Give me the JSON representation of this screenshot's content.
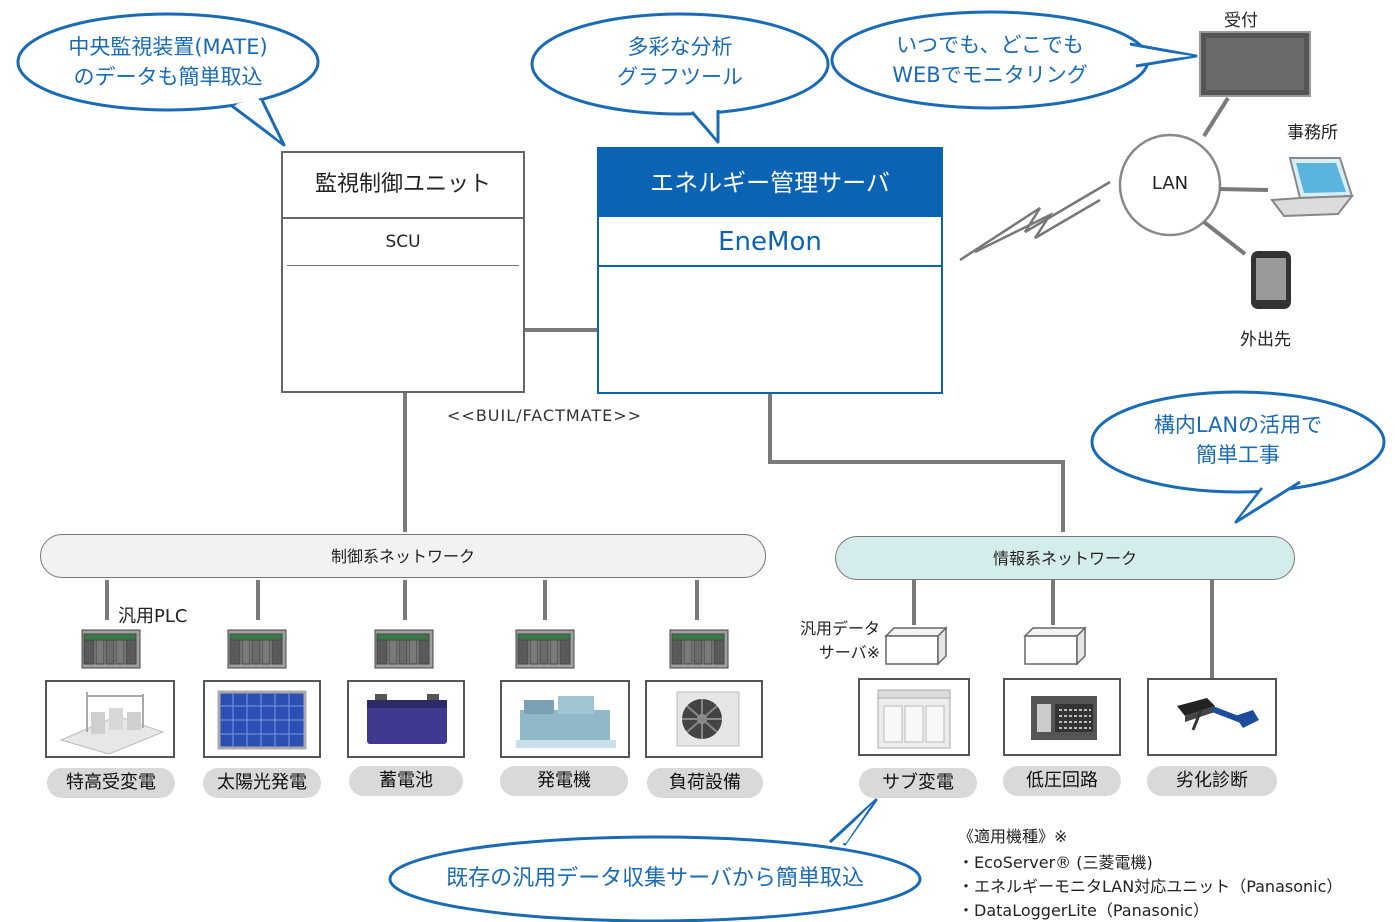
{
  "callouts": {
    "mate": [
      "中央監視装置(MATE)",
      "のデータも簡単取込"
    ],
    "analysis": [
      "多彩な分析",
      "グラフツール"
    ],
    "web": [
      "いつでも、どこでも",
      "WEBでモニタリング"
    ],
    "lan_use": [
      "構内LANの活用で",
      "簡単工事"
    ],
    "existing": "既存の汎用データ収集サーバから簡単取込"
  },
  "scu": {
    "title": "監視制御ユニット",
    "subtitle": "SCU"
  },
  "server": {
    "title": "エネルギー管理サーバ",
    "subtitle": "EneMon"
  },
  "protocol": "<<BUIL/FACTMATE>>",
  "lan": {
    "label": "LAN",
    "reception": "受付",
    "office": "事務所",
    "mobile": "外出先"
  },
  "networks": {
    "control": "制御系ネットワーク",
    "info": "情報系ネットワーク"
  },
  "plc_label": "汎用PLC",
  "data_server_label": [
    "汎用データ",
    "サーバ※"
  ],
  "devices_control": [
    "特高受変電",
    "太陽光発電",
    "蓄電池",
    "発電機",
    "負荷設備"
  ],
  "devices_info": [
    "サブ変電",
    "低圧回路",
    "劣化診断"
  ],
  "notes": {
    "title": "《適用機種》※",
    "items": [
      "・EcoServer® (三菱電機)",
      "・エネルギーモニタLAN対応ユニット（Panasonic）",
      "・DataLoggerLite（Panasonic）"
    ]
  },
  "colors": {
    "accent": "#1a6bb5",
    "server_header": "#0b63b3",
    "info_network": "#d5ecec",
    "control_network": "#f2f2f2"
  }
}
